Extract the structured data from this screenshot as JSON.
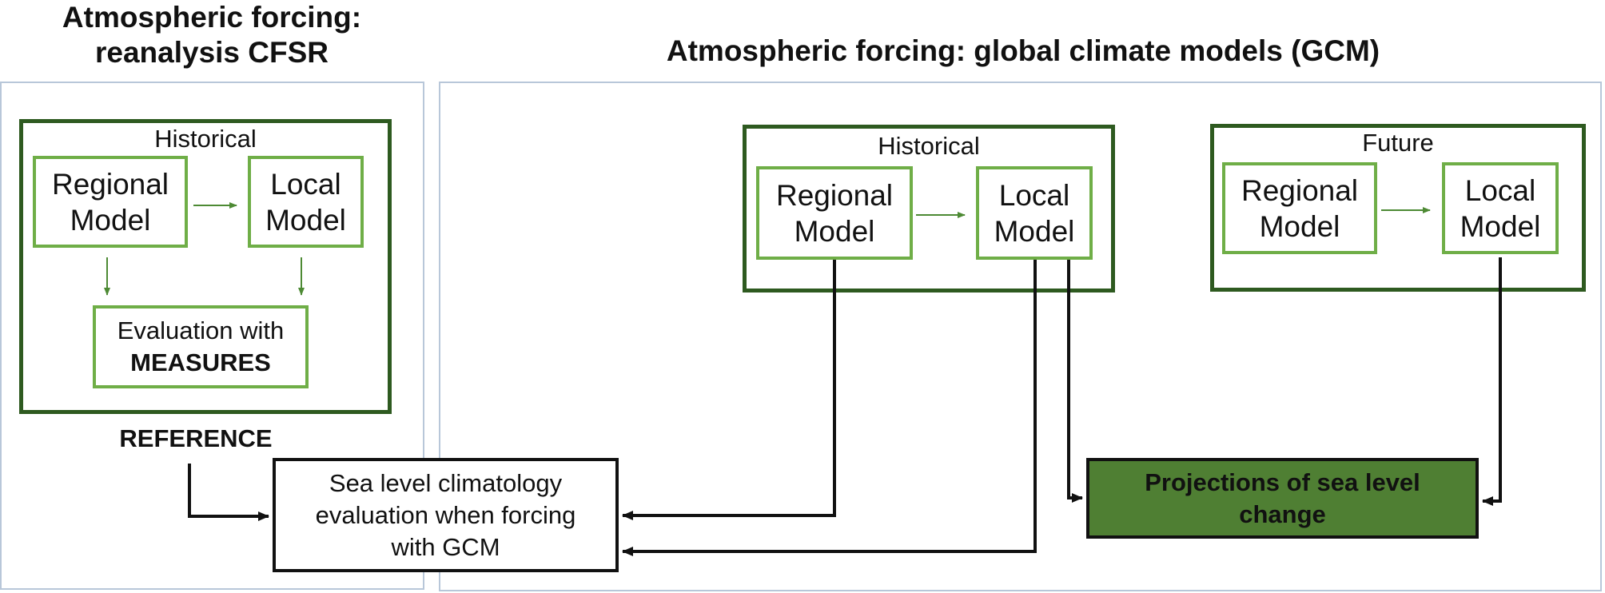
{
  "left_title": [
    "Atmospheric forcing:",
    "reanalysis CFSR"
  ],
  "right_title": "Atmospheric forcing: global climate models (GCM)",
  "reanalysis": {
    "group_label": "Historical",
    "regional_model": [
      "Regional",
      "Model"
    ],
    "local_model": [
      "Local",
      "Model"
    ],
    "evaluation": [
      "Evaluation with",
      "MEASURES"
    ],
    "reference_label": "REFERENCE"
  },
  "gcm_historical": {
    "group_label": "Historical",
    "regional_model": [
      "Regional",
      "Model"
    ],
    "local_model": [
      "Local",
      "Model"
    ]
  },
  "gcm_future": {
    "group_label": "Future",
    "regional_model": [
      "Regional",
      "Model"
    ],
    "local_model": [
      "Local",
      "Model"
    ]
  },
  "sea_level_evaluation": [
    "Sea level climatology",
    "evaluation when forcing",
    "with GCM"
  ],
  "projections": [
    "Projections of sea level",
    "change"
  ],
  "colors": {
    "group_border": "#2e5a20",
    "box_border": "#6fae47",
    "panel_border": "#b8c7d9",
    "projection_fill": "#4f7f33",
    "arrow_green": "#4d8a34",
    "arrow_black": "#111111"
  }
}
